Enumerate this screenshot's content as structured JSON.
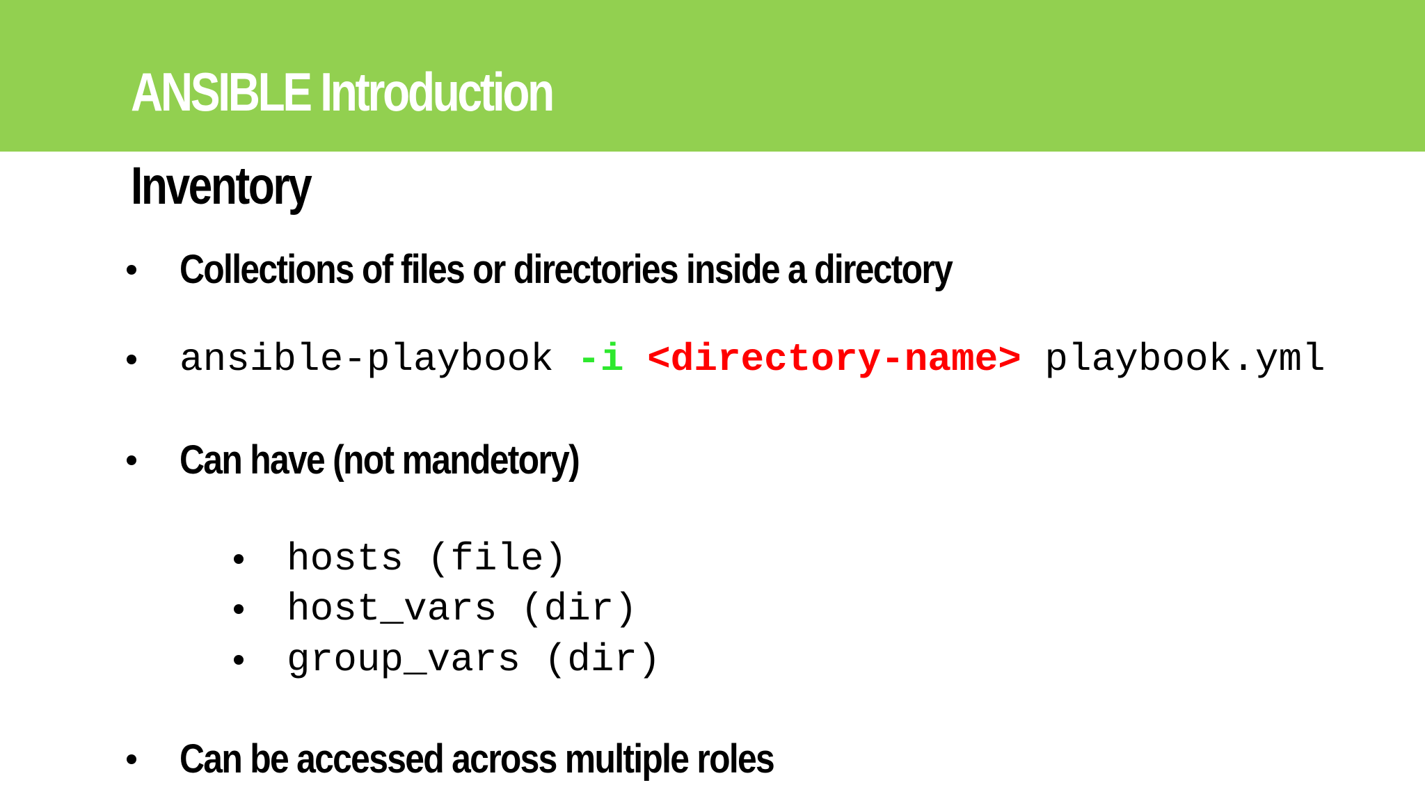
{
  "slide": {
    "title": "ANSIBLE Introduction",
    "heading": "Inventory",
    "colors": {
      "header_band": "#92d050",
      "title_text": "#ffffff",
      "body_text": "#000000",
      "flag_green": "#2ee82e",
      "placeholder_red": "#ff0000"
    },
    "bullets": [
      {
        "text": "Collections of files or directories inside a directory"
      },
      {
        "command": {
          "prefix": "ansible-playbook ",
          "flag": "-i",
          "space1": " ",
          "placeholder": "<directory-name>",
          "space2": " ",
          "suffix": "playbook.yml"
        }
      },
      {
        "text": "Can have (not mandetory)"
      },
      {
        "text": "Can be accessed across multiple roles"
      }
    ],
    "sub_bullets": [
      "hosts (file)",
      "host_vars (dir)",
      "group_vars (dir)"
    ]
  }
}
